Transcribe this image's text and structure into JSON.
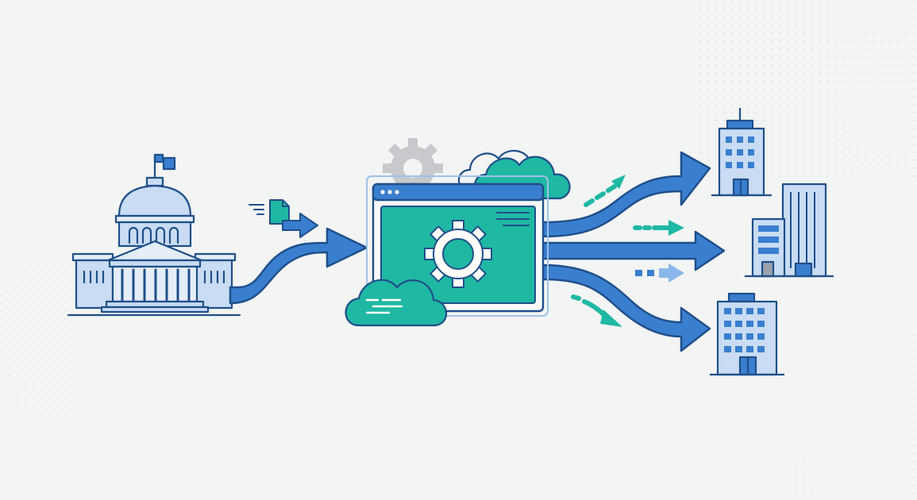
{
  "diagram": {
    "theme": {
      "background": "#f3f4f4",
      "outline": "#1f4f8a",
      "arrow_blue": "#3a7fcf",
      "teal": "#1fb8a3",
      "teal_light": "#3cc7b2",
      "light_blue_fill": "#c9dcf3",
      "gear_gray": "#c7c9cc",
      "dot_gray": "#d9dadb"
    },
    "nodes": [
      {
        "id": "government",
        "icon": "capitol-building-icon"
      },
      {
        "id": "document-transfer",
        "icon": "document-send-icon"
      },
      {
        "id": "processing-platform",
        "icon": "browser-window-gear-icon"
      },
      {
        "id": "cloud-top",
        "icon": "cloud-icon"
      },
      {
        "id": "cloud-bottom",
        "icon": "cloud-data-icon"
      },
      {
        "id": "company-top",
        "icon": "office-building-icon"
      },
      {
        "id": "company-middle",
        "icon": "office-complex-icon"
      },
      {
        "id": "company-bottom",
        "icon": "office-building-icon"
      }
    ],
    "edges": [
      {
        "from": "government",
        "to": "processing-platform"
      },
      {
        "from": "processing-platform",
        "to": "company-top"
      },
      {
        "from": "processing-platform",
        "to": "company-middle"
      },
      {
        "from": "processing-platform",
        "to": "company-bottom"
      }
    ]
  }
}
